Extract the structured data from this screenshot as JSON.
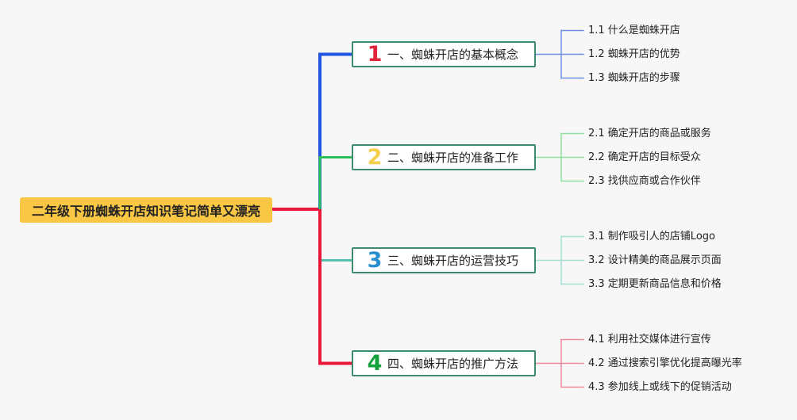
{
  "root": {
    "title": "二年级下册蜘蛛开店知识笔记简单又漂亮"
  },
  "branches": [
    {
      "number": "1",
      "number_color": "#e0263a",
      "line_color": "#1f55e0",
      "leaf_line_color": "#6f8fe6",
      "title": "一、蜘蛛开店的基本概念",
      "items": [
        "1.1 什么是蜘蛛开店",
        "1.2 蜘蛛开店的优势",
        "1.3 蜘蛛开店的步骤"
      ]
    },
    {
      "number": "2",
      "number_color": "#f4cf4c",
      "line_color": "#2fbf5a",
      "leaf_line_color": "#8fe0a0",
      "title": "二、蜘蛛开店的准备工作",
      "items": [
        "2.1 确定开店的商品或服务",
        "2.2 确定开店的目标受众",
        "2.3 找供应商或合作伙伴"
      ]
    },
    {
      "number": "3",
      "number_color": "#2a8fd0",
      "line_color": "#57bfae",
      "leaf_line_color": "#a6e0d4",
      "title": "三、蜘蛛开店的运营技巧",
      "items": [
        "3.1 制作吸引人的店铺Logo",
        "3.2 设计精美的商品展示页面",
        "3.3 定期更新商品信息和价格"
      ]
    },
    {
      "number": "4",
      "number_color": "#12a13a",
      "line_color": "#e8183a",
      "leaf_line_color": "#ee8a9a",
      "title": "四、蜘蛛开店的推广方法",
      "items": [
        "4.1 利用社交媒体进行宣传",
        "4.2 通过搜索引擎优化提高曝光率",
        "4.3 参加线上或线下的促销活动"
      ]
    }
  ]
}
